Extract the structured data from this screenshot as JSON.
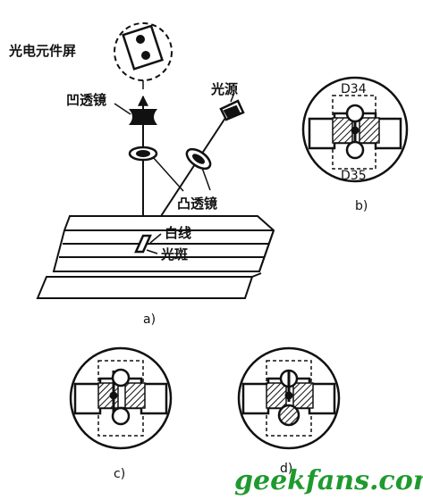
{
  "labels": {
    "photo_screen": "光电元件屏",
    "concave_lens": "凹透镜",
    "light_source": "光源",
    "convex_lens": "凸透镜",
    "white_line": "白线",
    "light_spot": "光斑",
    "sensor_top": "D34",
    "sensor_bottom": "D35"
  },
  "captions": {
    "a": "a)",
    "b": "b)",
    "c": "c)",
    "d": "d)"
  },
  "watermark": "geekfans.com",
  "colors": {
    "ink": "#111111",
    "watermark": "#1f9a2e"
  }
}
